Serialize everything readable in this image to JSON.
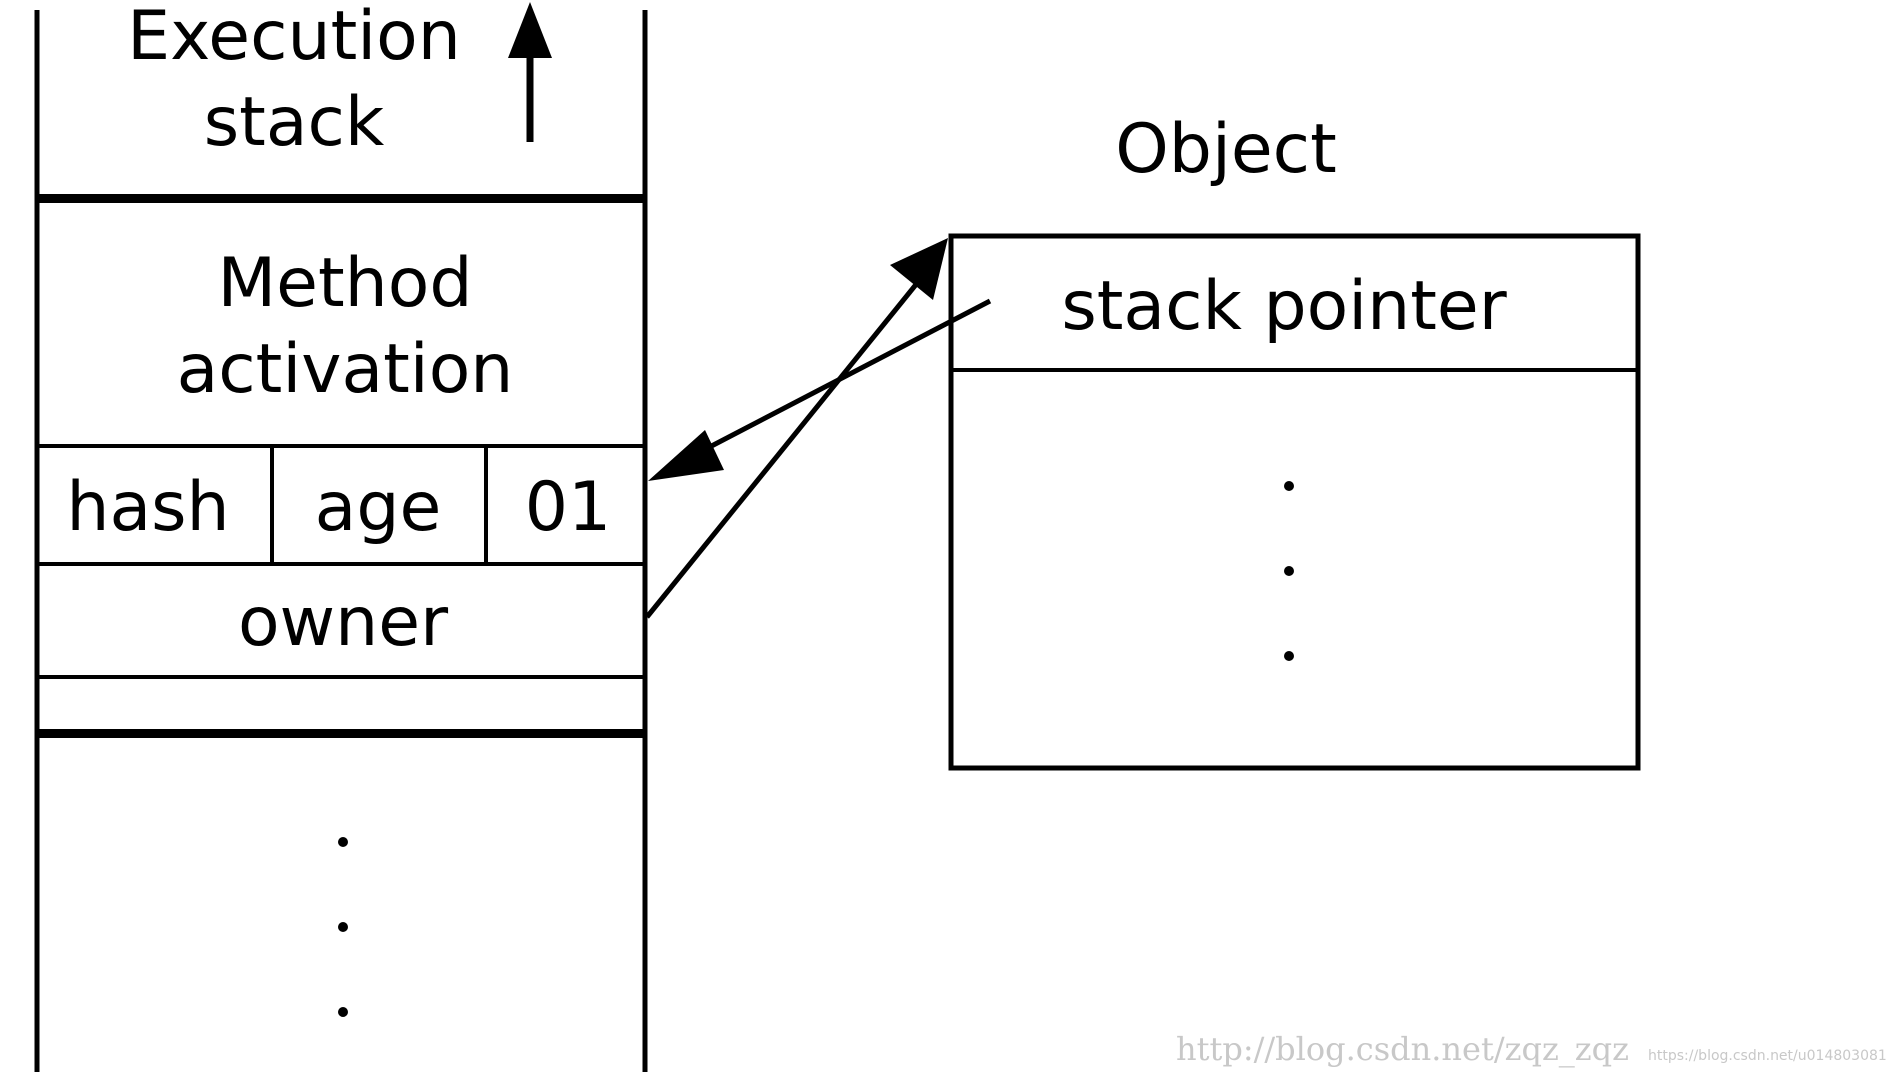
{
  "execution_stack": {
    "title_line1": "Execution",
    "title_line2": "stack",
    "method_activation_line1": "Method",
    "method_activation_line2": "activation",
    "cells": [
      "hash",
      "age",
      "01"
    ],
    "owner": "owner"
  },
  "object": {
    "title": "Object",
    "stack_pointer": "stack pointer"
  },
  "watermark": {
    "primary": "http://blog.csdn.net/zqz_zqz",
    "secondary": "https://blog.csdn.net/u014803081"
  },
  "colors": {
    "stroke": "#000000",
    "background": "#ffffff",
    "watermark": "#c8c8c8"
  }
}
